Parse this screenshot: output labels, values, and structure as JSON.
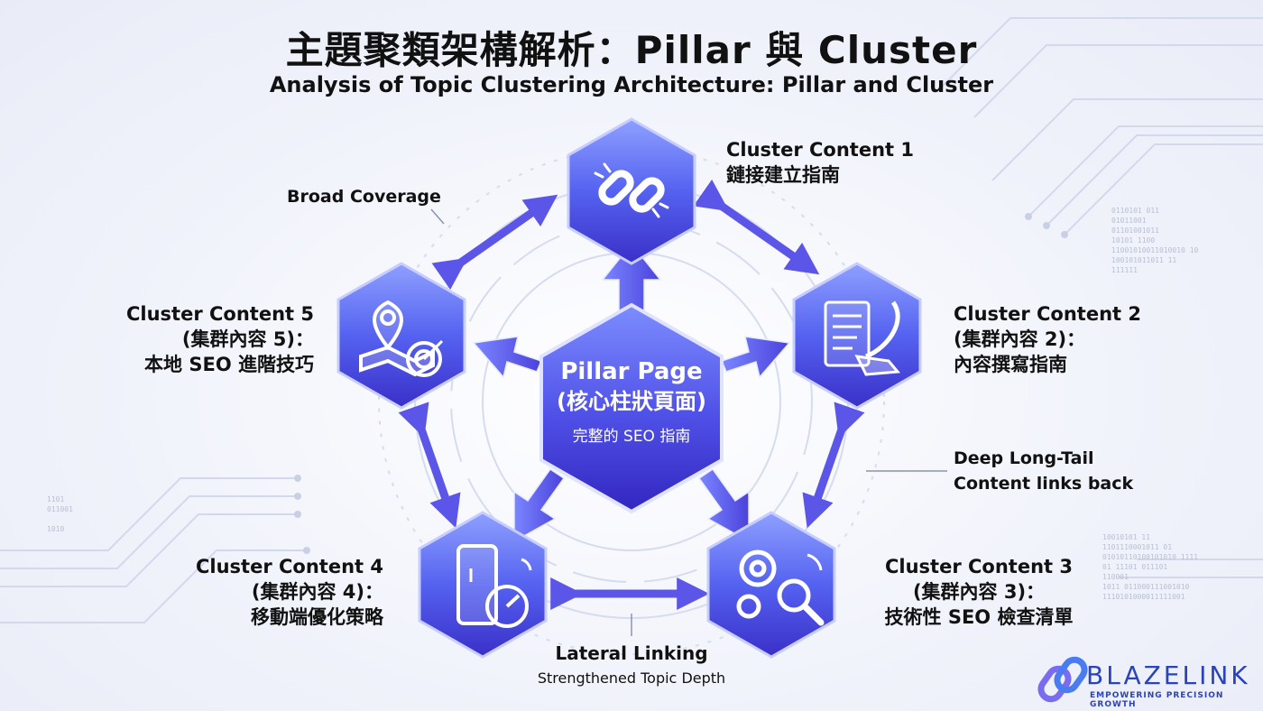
{
  "title": {
    "zh": "主題聚類架構解析：Pillar 與 Cluster",
    "en": "Analysis of Topic Clustering Architecture: Pillar and Cluster"
  },
  "pillar": {
    "title": "Pillar Page",
    "subtitle": "(核心柱狀頁面)",
    "desc": "完整的 SEO 指南"
  },
  "clusters": {
    "c1": {
      "line1": "Cluster Content 1",
      "line2": "鏈接建立指南",
      "icon": "chain-link-icon"
    },
    "c2": {
      "line1": "Cluster Content 2",
      "line2": "(集群內容 2)：",
      "line3": "內容撰寫指南",
      "icon": "quill-document-icon"
    },
    "c3": {
      "line1": "Cluster Content 3",
      "line2": "(集群內容 3)：",
      "line3": "技術性 SEO 檢查清單",
      "icon": "gears-magnifier-icon"
    },
    "c4": {
      "line1": "Cluster Content 4",
      "line2": "(集群內容 4)：",
      "line3": "移動端優化策略",
      "icon": "mobile-speedometer-icon"
    },
    "c5": {
      "line1": "Cluster Content 5",
      "line2": "(集群內容 5)：",
      "line3": "本地 SEO 進階技巧",
      "icon": "map-pin-target-icon"
    }
  },
  "annotations": {
    "broad": "Broad Coverage",
    "deep1": "Deep Long-Tail",
    "deep2": "Content links back",
    "lateral1": "Lateral Linking",
    "lateral2": "Strengthened Topic Depth"
  },
  "brand": {
    "name": "BLAZELINK",
    "tagline": "EMPOWERING PRECISION GROWTH"
  },
  "binary": {
    "right_top": "0110101 011\n01011001\n01101001011\n10101 1100\n11001010011010010 10\n100101011011 11\n111111",
    "right_bottom": "10010101 11\n1101110001011 01\n01010110100101010 1111\n01 11101 011101\n110001\n1011 011000111001010\n1110101000011111001",
    "left": "1101\n011001\n\n1010"
  },
  "colors": {
    "hex_light": "#7a8cff",
    "hex_dark": "#3b2fd0",
    "arrow": "#5b55e8",
    "brand": "#2b43b8"
  }
}
